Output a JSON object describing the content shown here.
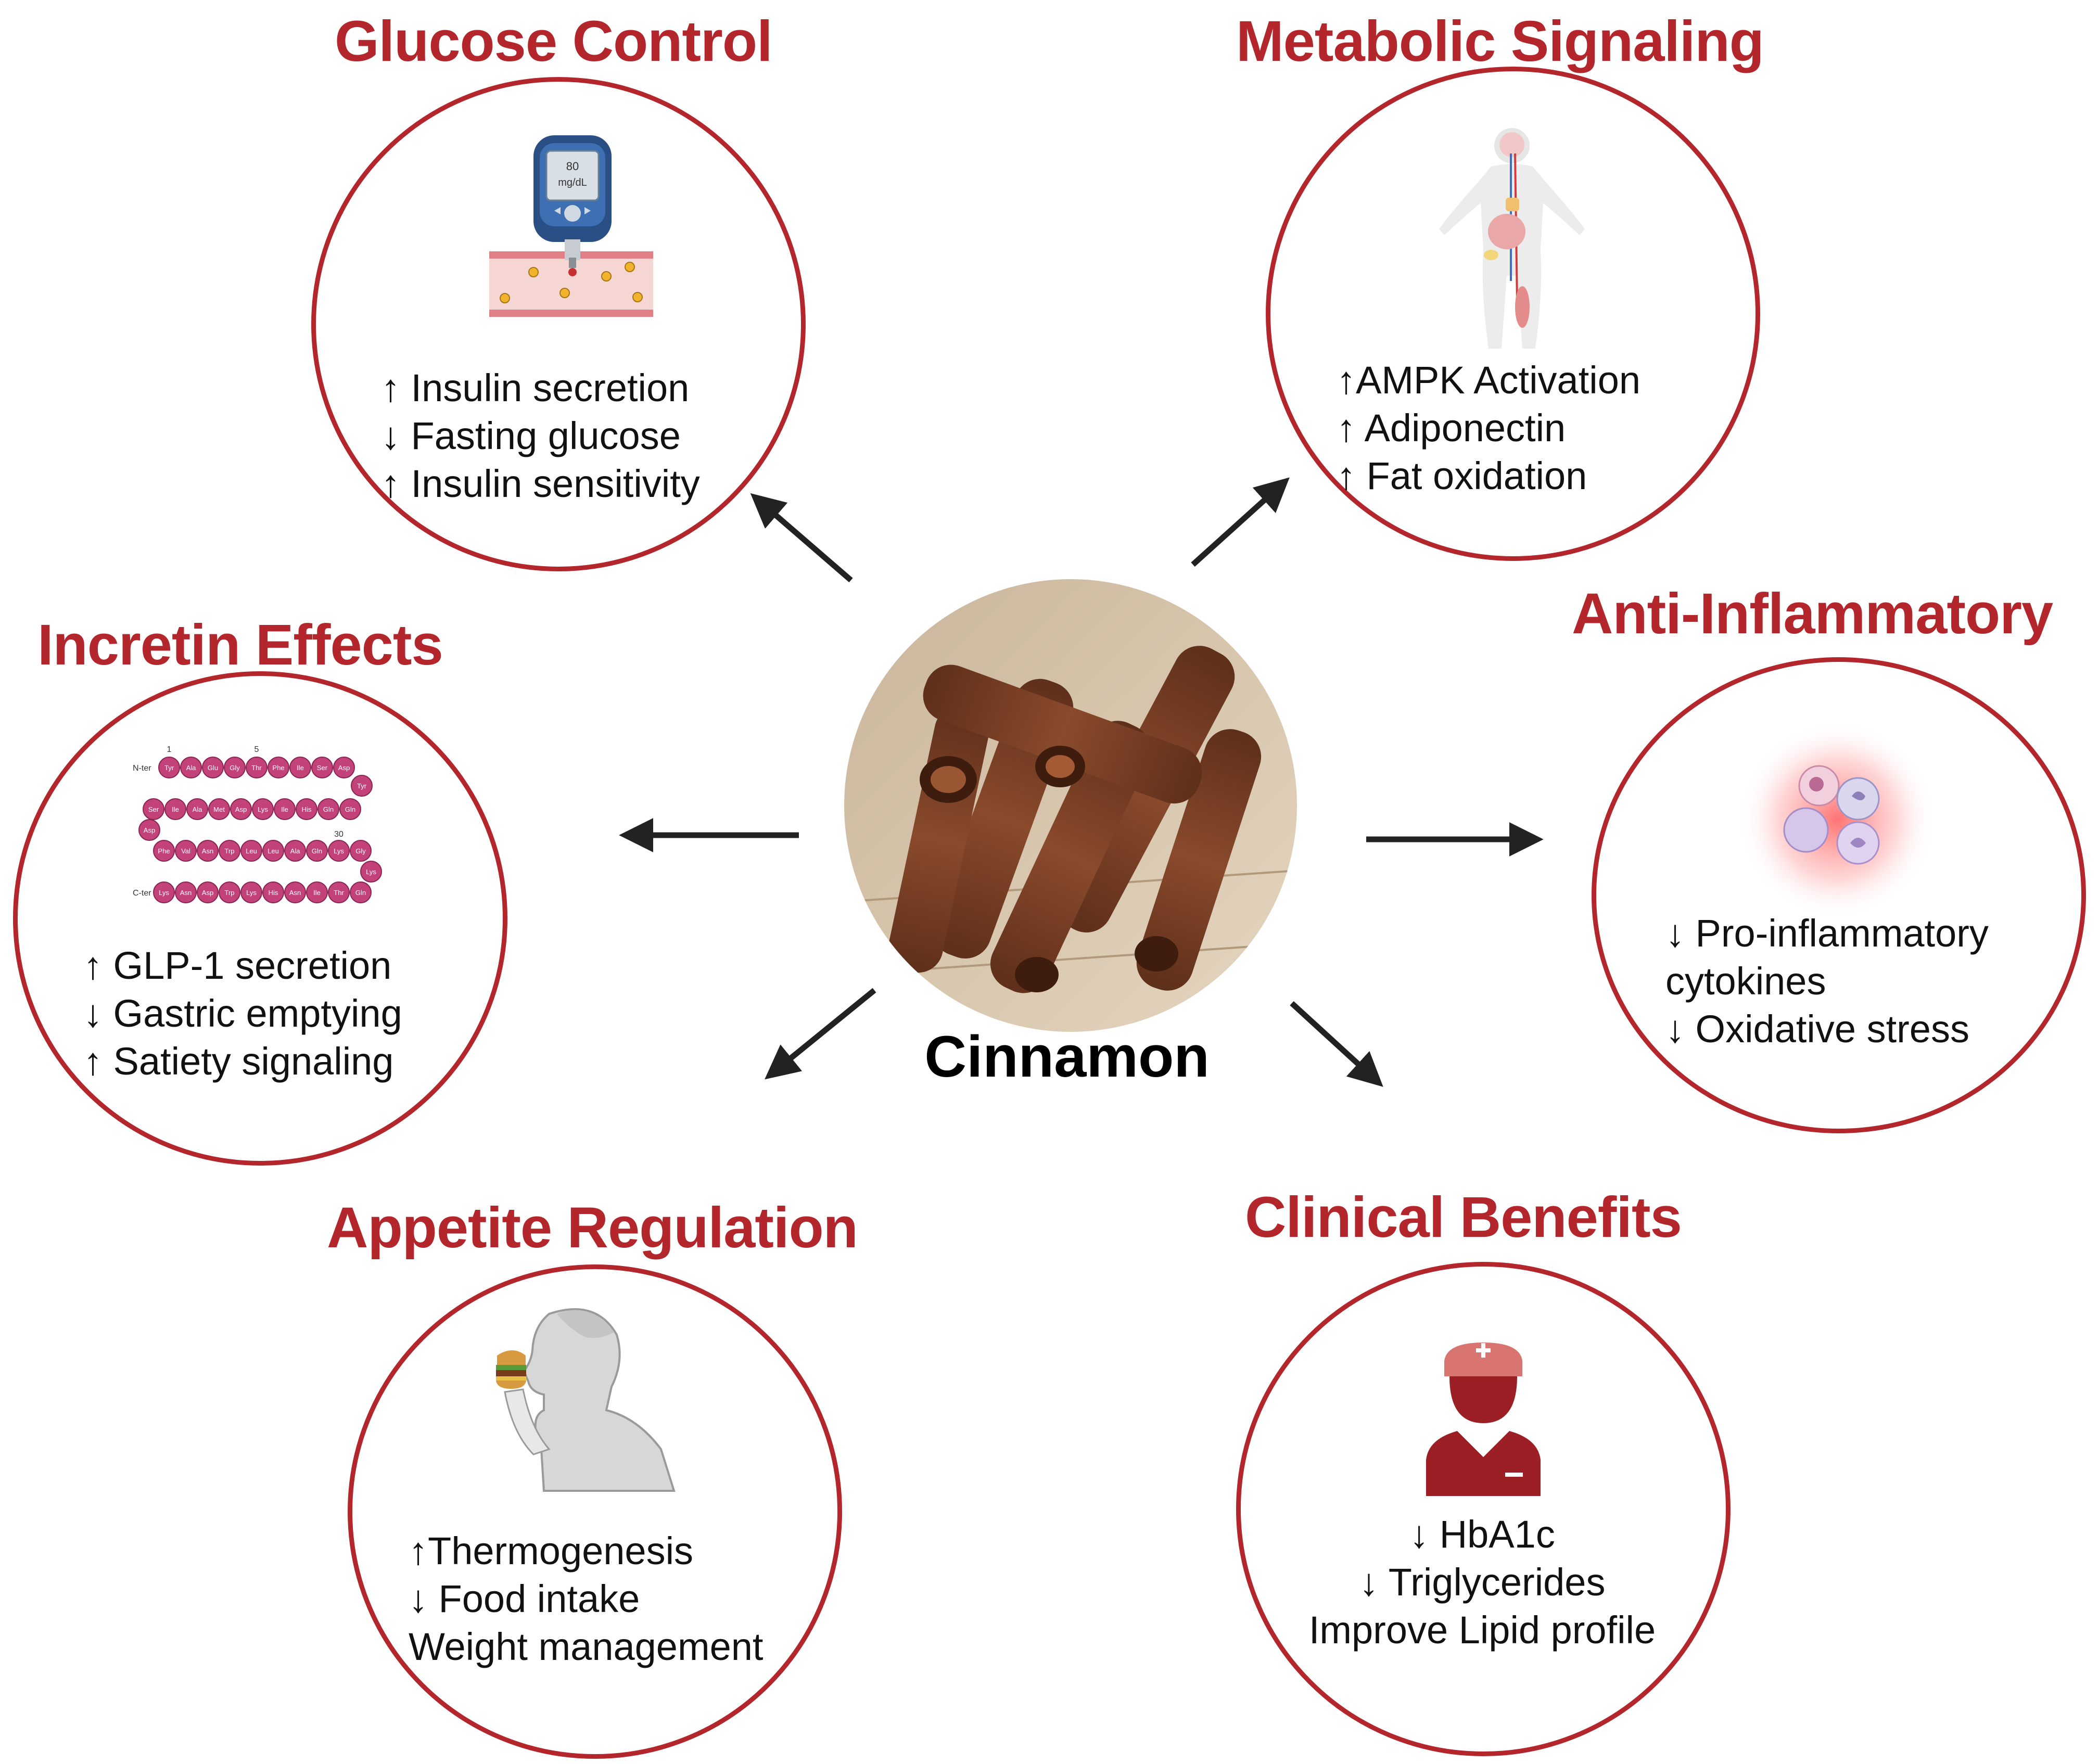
{
  "center": {
    "label": "Cinnamon"
  },
  "glucose_control": {
    "title": "Glucose Control",
    "meter_value": "80",
    "meter_unit": "mg/dL",
    "lines": [
      "↑ Insulin secretion",
      "↓ Fasting glucose",
      "↑ Insulin sensitivity"
    ]
  },
  "metabolic_signaling": {
    "title": "Metabolic Signaling",
    "lines": [
      "↑AMPK Activation",
      "↑ Adiponectin",
      "↑ Fat oxidation"
    ]
  },
  "incretin_effects": {
    "title": "Incretin Effects",
    "peptide": {
      "n_ter": "N-ter",
      "c_ter": "C-ter",
      "idx_1": "1",
      "idx_5": "5",
      "idx_30": "30",
      "row1": [
        "Tyr",
        "Ala",
        "Glu",
        "Gly",
        "Thr",
        "Phe",
        "Ile",
        "Ser",
        "Asp"
      ],
      "turn1": [
        "Tyr"
      ],
      "row2": [
        "Gln",
        "Gln",
        "His",
        "Ile",
        "Lys",
        "Asp",
        "Met",
        "Ala",
        "Ile",
        "Ser"
      ],
      "turn2": [
        "Asp"
      ],
      "row3": [
        "Phe",
        "Val",
        "Asn",
        "Trp",
        "Leu",
        "Leu",
        "Ala",
        "Gln",
        "Lys",
        "Gly"
      ],
      "turn3": [
        "Lys"
      ],
      "row4": [
        "Gln",
        "Thr",
        "Ile",
        "Asn",
        "His",
        "Lys",
        "Trp",
        "Asp",
        "Asn",
        "Lys"
      ]
    },
    "lines": [
      "↑ GLP-1 secretion",
      "↓ Gastric emptying",
      "↑ Satiety signaling"
    ]
  },
  "anti_inflammatory": {
    "title": "Anti-Inflammatory",
    "lines": [
      "↓ Pro-inflammatory",
      "cytokines",
      "↓ Oxidative stress"
    ]
  },
  "appetite_regulation": {
    "title": "Appetite Regulation",
    "lines": [
      "↑Thermogenesis",
      "↓ Food intake",
      "Weight management"
    ]
  },
  "clinical_benefits": {
    "title": "Clinical Benefits",
    "lines": [
      "↓ HbA1c",
      "↓ Triglycerides",
      "Improve Lipid profile"
    ]
  },
  "colors": {
    "accent": "#b3262c",
    "arrow": "#222222",
    "peptide": "#c4427a",
    "cinnamon": "#7b4128"
  }
}
